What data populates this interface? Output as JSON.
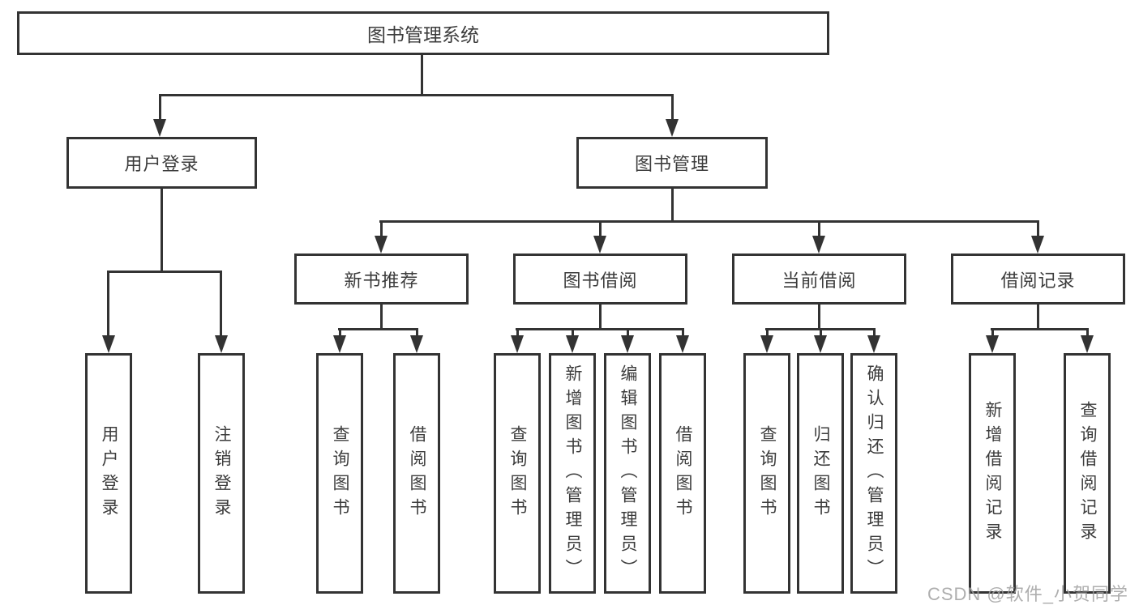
{
  "diagram_type": "hierarchy-tree",
  "nodes": {
    "root": "图书管理系统",
    "user_login": "用户登录",
    "book_mgmt": "图书管理",
    "new_books": "新书推荐",
    "book_borrow": "图书借阅",
    "current_borrow": "当前借阅",
    "borrow_records": "借阅记录"
  },
  "leaves": {
    "user_login": [
      "用户登录",
      "注销登录"
    ],
    "new_books": [
      "查询图书",
      "借阅图书"
    ],
    "book_borrow": [
      "查询图书",
      "新增图书（管理员）",
      "编辑图书（管理员）",
      "借阅图书"
    ],
    "current_borrow": [
      "查询图书",
      "归还图书",
      "确认归还（管理员）"
    ],
    "borrow_records": [
      "新增借阅记录",
      "查询借阅记录"
    ]
  },
  "watermark": "CSDN @软件_小贺同学",
  "colors": {
    "line": "#333333",
    "text": "#3c3c3c",
    "background": "#ffffff",
    "watermark": "#a0a0a0"
  }
}
